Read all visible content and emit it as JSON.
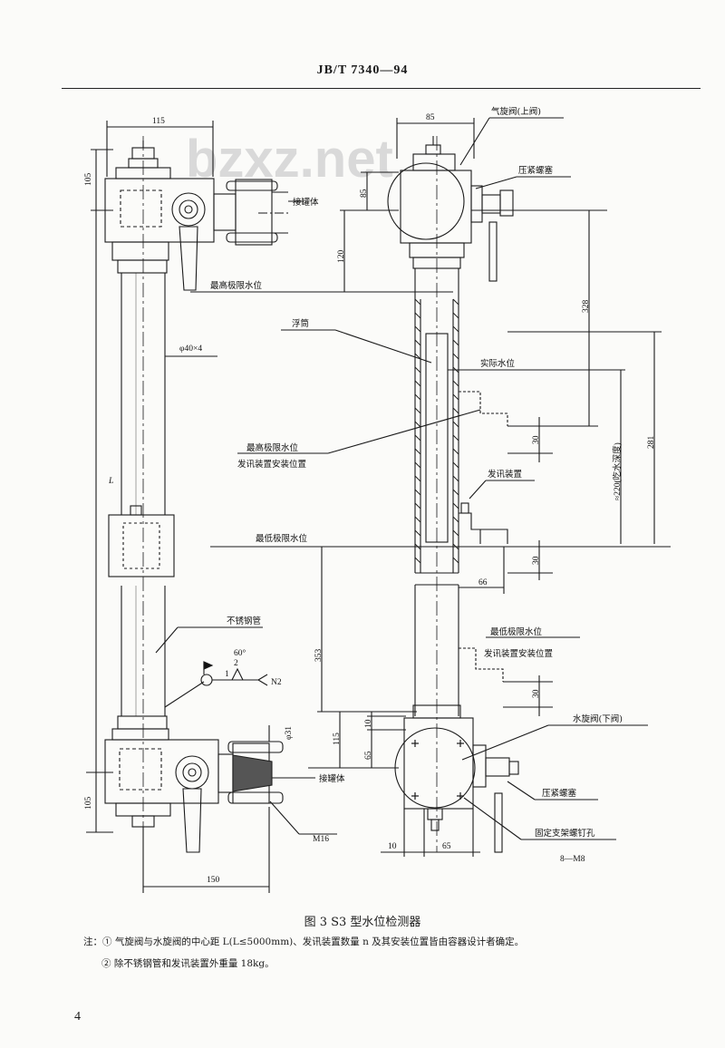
{
  "header": {
    "standard": "JB/T 7340—94"
  },
  "watermark": "bzxz.net",
  "figure": {
    "caption": "图 3  S3 型水位检测器",
    "labels": {
      "gas_valve": "气旋阀(上阀)",
      "packing_nut_top": "压紧螺塞",
      "connector_top": "接罐体",
      "max_level_left": "最高极限水位",
      "float": "浮筒",
      "actual_level": "实际水位",
      "max_level_right": "最高极限水位",
      "signal_pos_top": "发讯装置安装位置",
      "signal_device": "发讯装置",
      "min_level": "最低极限水位",
      "stainless_pipe": "不锈钢管",
      "min_level_lower": "最低极限水位",
      "signal_pos_lower": "发讯装置安装位置",
      "water_valve": "水旋阀(下阀)",
      "connector_bottom": "接罐体",
      "packing_nut_bottom": "压紧螺塞",
      "fix_hole": "固定支架螺钉孔",
      "bolt_spec": "8—M8",
      "weld_n2": "N2",
      "weld_angle": "60°",
      "weld_1": "1",
      "weld_2": "2",
      "m16": "M16"
    },
    "dims": {
      "d115": "115",
      "d105_top": "105",
      "d85_top": "85",
      "d85_side": "85",
      "d120": "120",
      "d328": "328",
      "d281": "281",
      "d220": "≈220(吃水深度)",
      "d30a": "30",
      "d30b": "30",
      "d66": "66",
      "d353": "353",
      "d30c": "30",
      "d115_low": "115",
      "d10a": "10",
      "d65a": "65",
      "d31": "φ31",
      "d105_bot": "105",
      "d150": "150",
      "d10b": "10",
      "d65b": "65",
      "phi40": "φ40×4",
      "L": "L"
    }
  },
  "notes": {
    "note1": "注：① 气旋阀与水旋阀的中心距 L(L≤5000mm)、发讯装置数量 n 及其安装位置皆由容器设计者确定。",
    "note2": "② 除不锈钢管和发讯装置外重量 18kg。"
  },
  "page_number": "4"
}
